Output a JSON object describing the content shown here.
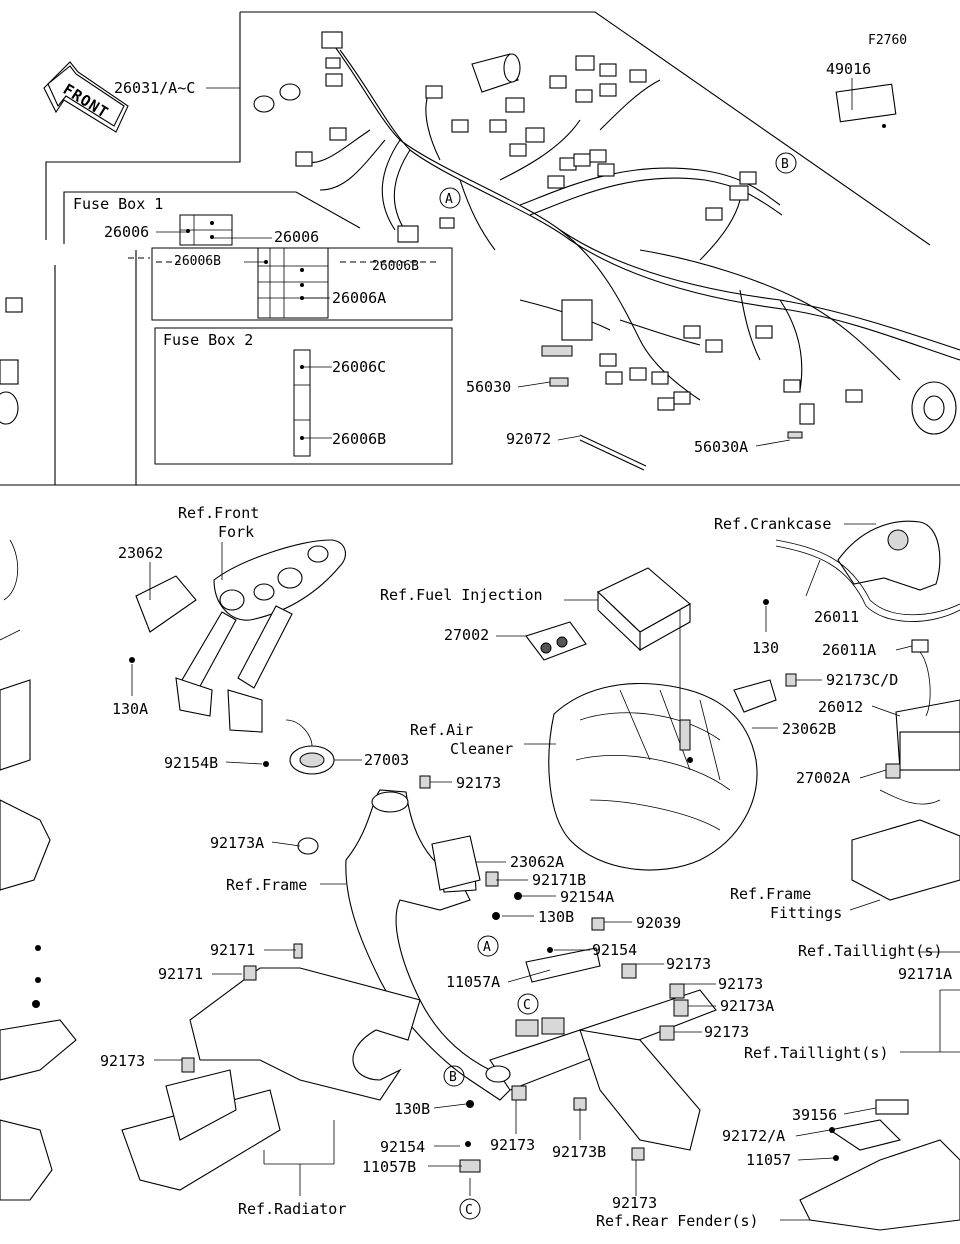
{
  "figure_code": "F2760",
  "front_arrow_label": "FRONT",
  "fuse_box_1_title": "Fuse Box 1",
  "fuse_box_2_title": "Fuse Box 2",
  "callout_letters": {
    "a": "A",
    "b": "B",
    "c": "C"
  },
  "part_labels": {
    "p26031": "26031/A~C",
    "p49016": "49016",
    "p26006_left": "26006",
    "p26006_right": "26006",
    "p26006B_left": "26006B",
    "p26006B_right": "26006B",
    "p26006A": "26006A",
    "p26006C": "26006C",
    "p26006B_box2": "26006B",
    "p56030": "56030",
    "p92072": "92072",
    "p56030A": "56030A",
    "ref_front_fork": "Ref.Front\nFork",
    "p23062": "23062",
    "p130A": "130A",
    "p92154B": "92154B",
    "p27003": "27003",
    "ref_fuel_injection": "Ref.Fuel Injection",
    "p27002": "27002",
    "ref_crankcase": "Ref.Crankcase",
    "p26011": "26011",
    "p130": "130",
    "p26011A": "26011A",
    "p92173CD": "92173C/D",
    "p26012": "26012",
    "ref_air_cleaner": "Ref.Air\nCleaner",
    "p23062B": "23062B",
    "p27002A": "27002A",
    "p92173_top": "92173",
    "p92173A_left": "92173A",
    "p23062A": "23062A",
    "p92171B": "92171B",
    "ref_frame": "Ref.Frame",
    "p92154A": "92154A",
    "p130B_top": "130B",
    "p92039": "92039",
    "ref_frame_fittings": "Ref.Frame\nFittings",
    "p92171_a": "92171",
    "p92171_b": "92171",
    "p11057A": "11057A",
    "p92154_mid": "92154",
    "p92173_r1": "92173",
    "p92173_r2": "92173",
    "p92173A_right": "92173A",
    "p92173_r3": "92173",
    "ref_taillight_1": "Ref.Taillight(s)",
    "p92171A": "92171A",
    "ref_taillight_2": "Ref.Taillight(s)",
    "p92173_left": "92173",
    "p130B_bottom": "130B",
    "p92173_bottom": "92173",
    "p92173B": "92173B",
    "p92154_bottom": "92154",
    "p11057B": "11057B",
    "p39156": "39156",
    "p92172A": "92172/A",
    "p11057": "11057",
    "p92173_rear": "92173",
    "ref_radiator": "Ref.Radiator",
    "ref_rear_fender": "Ref.Rear Fender(s)"
  }
}
